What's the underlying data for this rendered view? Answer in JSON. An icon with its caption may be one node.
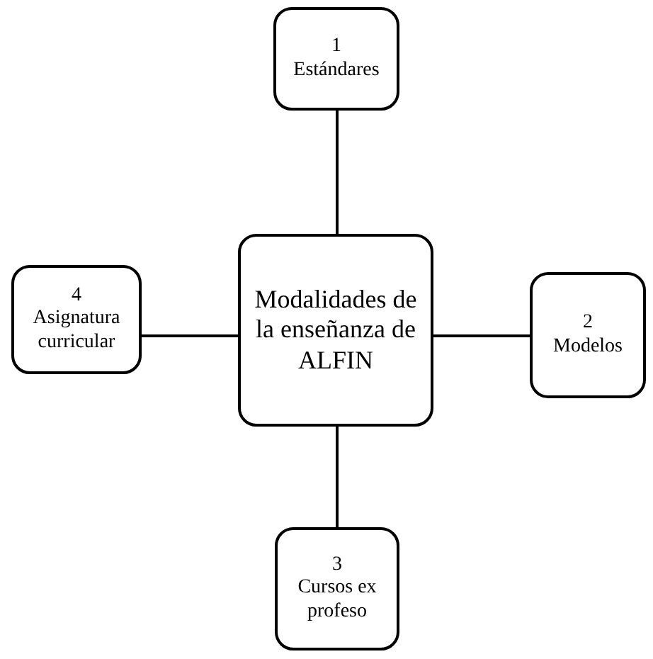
{
  "diagram": {
    "nodes": [
      {
        "text": [
          "1",
          "Estándares"
        ]
      },
      {
        "text": [
          "4",
          "Asignatura curricular"
        ]
      },
      {
        "text": [
          "Modalidades de la enseñanza de ALFIN"
        ]
      },
      {
        "text": [
          "2",
          "Modelos"
        ]
      },
      {
        "text": [
          "3",
          "Cursos ex profeso"
        ]
      }
    ],
    "edges": [
      {
        "from": 2,
        "to": 0,
        "arrow": "none"
      },
      {
        "from": 2,
        "to": 1,
        "arrow": "none"
      },
      {
        "from": 2,
        "to": 3,
        "arrow": "none"
      },
      {
        "from": 2,
        "to": 4,
        "arrow": "none"
      }
    ]
  }
}
